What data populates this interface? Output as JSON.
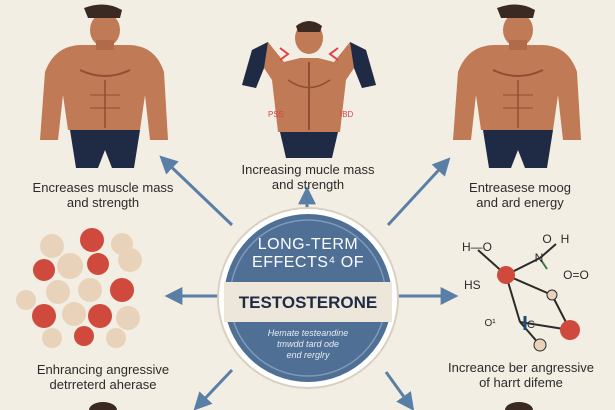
{
  "center": {
    "title_line1": "LONG-TERM",
    "title_line2": "EFFECTS⁴ OF",
    "title_line3": "TESTOSTERONE",
    "sub_line1": "Hemate testeandine",
    "sub_line2": "tmwdd tard ode",
    "sub_line3": "end rerglry"
  },
  "panels": {
    "top_left": {
      "line1": "Encreases muscle mass",
      "line2": "and strength"
    },
    "top_center": {
      "line1": "Increasing mucle mass",
      "line2": "and strength",
      "tag_left": "PSS",
      "tag_right": "IBD"
    },
    "top_right": {
      "line1": "Entreasese moog",
      "line2": "and ard energy"
    },
    "bottom_left": {
      "line1": "Enhrancing angressive",
      "line2": "detrreterd aherase"
    },
    "bottom_right": {
      "line1": "Increance ber angressive",
      "line2": "of harrt difeme"
    }
  },
  "molecule_labels": {
    "h_o_left": "H—O",
    "o_h_top": "O",
    "h_top": "H",
    "n": "N",
    "o_equals": "O=O",
    "hs": "HS",
    "oh_small": "O¹",
    "c": "C"
  },
  "colors": {
    "background": "#f3eee3",
    "circle_fill": "#4f6f95",
    "circle_ring": "#ffffff",
    "banner": "#e9e4d6",
    "arrow": "#5a7fa6",
    "skin": "#c07a55",
    "shorts": "#1f2a44",
    "molecule_red": "#cf4a3c",
    "molecule_beige": "#e8d3ba"
  }
}
